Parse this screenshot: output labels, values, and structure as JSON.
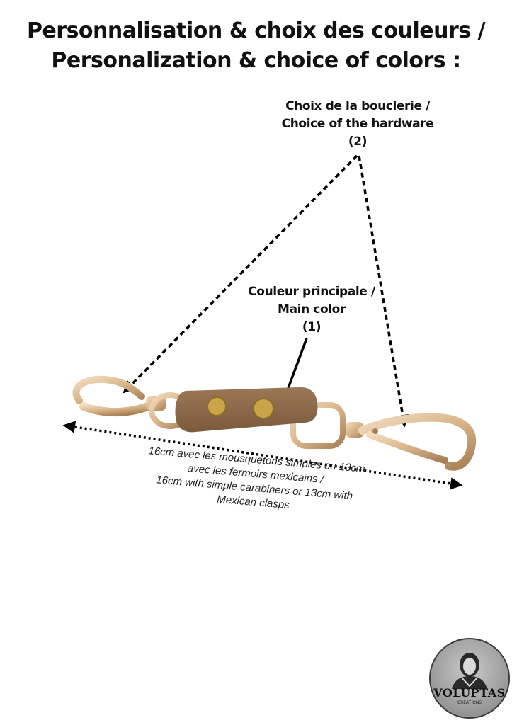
{
  "title": {
    "line1": "Personnalisation & choix des couleurs /",
    "line2": "Personalization & choice of colors :"
  },
  "hardware_label": {
    "line1": "Choix de la bouclerie /",
    "line2": "Choice of the hardware",
    "number": "(2)"
  },
  "main_color_label": {
    "line1": "Couleur principale /",
    "line2": "Main color",
    "number": "(1)"
  },
  "dimensions": {
    "line1": "16cm avec les mousquetons simples ou 13cm",
    "line2": "avec les fermoirs mexicains /",
    "line3": "16cm with simple carabiners or 13cm with",
    "line4": "Mexican clasps"
  },
  "logo": {
    "name": "VOLUPTAS",
    "subtitle": "CREATIONS"
  },
  "colors": {
    "leather": "#8b6a4a",
    "hardware": "#d8b48a",
    "rivet": "#c9a449"
  }
}
